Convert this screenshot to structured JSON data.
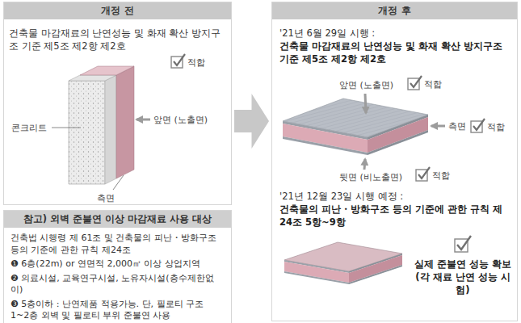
{
  "diagram": {
    "nodes": [
      {
        "text": [
          "개정 전",
          "건축물 마감재료의 난연성능 및 화재 확산 방지구조 기준 제5조 제2항 제2호"
        ]
      },
      {
        "text": [
          "참고) 외벽 준불연 이상 마감재료 사용 대상",
          "건축법 시행령 제 61조 및 건축물의 피난・방화구조 등의 기준에 관한 규칙 제24조",
          "❶ 6층(22m) or 연면적 2,000㎡ 이상 상업지역",
          "❷ 의료시설, 교육연구시설, 노유자시설(층수제한없이)",
          "❸ 5층이하 : 난연제품 적용가능. 단, 필로티 구조 1~2층 외벽 및 필로티 부위 준불연 사용"
        ]
      },
      {
        "text": [
          "개정 후",
          "'21년 6월 29일 시행 :",
          "건축물 마감재료의 난연성능 및 화재 확산 방지구조 기준 제5조 제2항 제2호",
          "'21년 12월 23일 시행 예정 :",
          "건축물의 피난・방화구조 등의 기준에 관한 규칙 제24조 5항~9항",
          "실제 준불연 성능 확보 (각 재료 난연 성능 시험)"
        ]
      }
    ],
    "edges": [
      {
        "from": 0,
        "to": 2,
        "arrow": "to"
      }
    ],
    "labels": [
      "적합",
      "콘크리트",
      "앞면 (노출면)",
      "측면",
      "앞면 (노출면)",
      "적합",
      "측면",
      "적합",
      "뒷면 (비노출면)",
      "적합"
    ]
  }
}
